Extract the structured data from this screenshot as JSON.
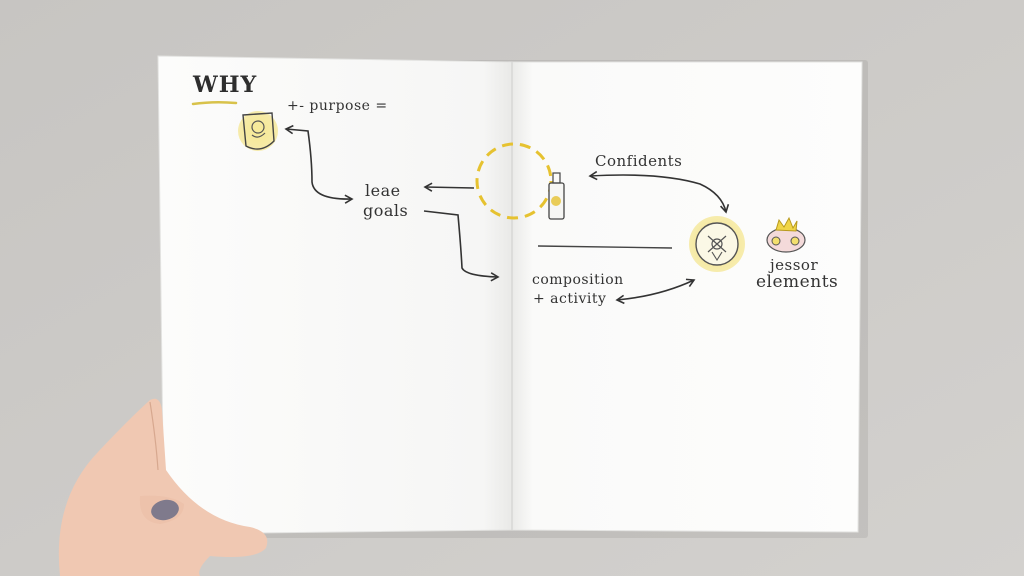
{
  "notebook": {
    "heading": "WHY",
    "purpose_note": "+- purpose =",
    "goals_line1": "leae",
    "goals_line2": "goals",
    "confidents_label": "Confidents",
    "composition_line1": "composition",
    "composition_line2": "+ activity",
    "elements_line1": "jessor",
    "elements_line2": "elements"
  },
  "colors": {
    "background": "#cbc9c6",
    "paper": "#fbfbfa",
    "ink": "#333333",
    "highlight_yellow": "#f3df6e",
    "dash_yellow": "#e6c230",
    "skin": "#f2c9b4",
    "nail": "#7f7a8c"
  }
}
